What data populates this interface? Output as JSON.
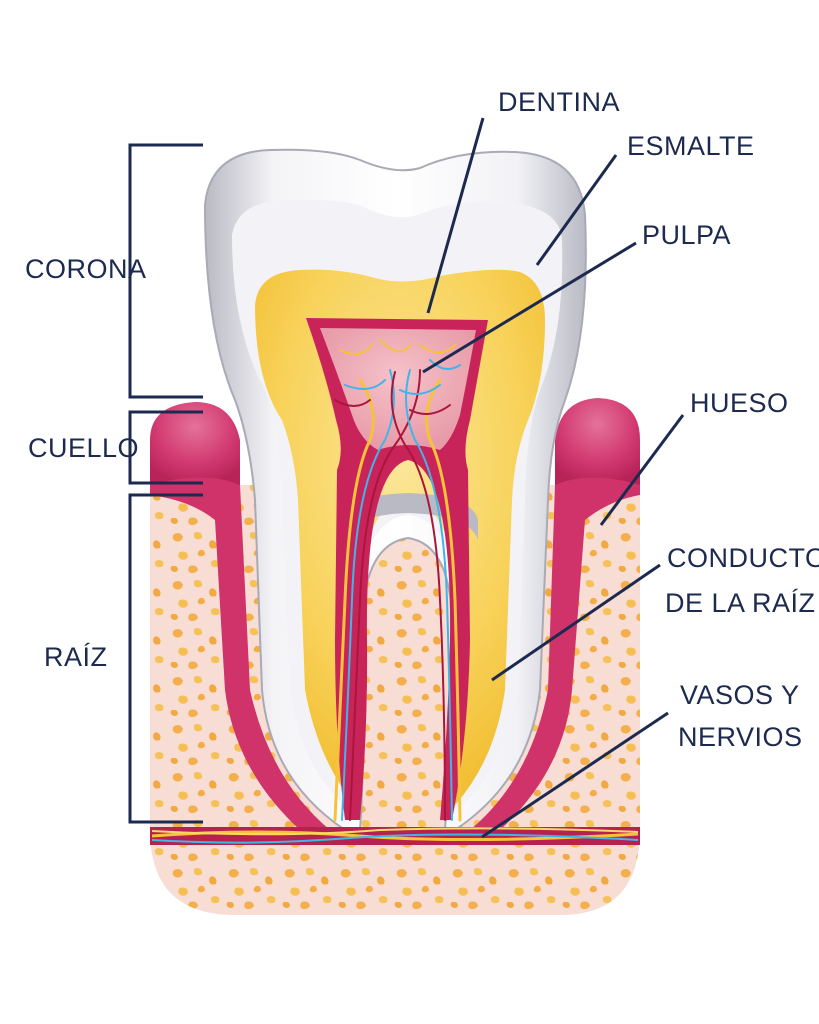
{
  "labels": {
    "dentina": "DENTINA",
    "esmalte": "ESMALTE",
    "pulpa": "PULPA",
    "hueso": "HUESO",
    "conducto_1": "CONDUCTO",
    "conducto_2": "DE LA RAÍZ",
    "vasos_1": "VASOS Y",
    "vasos_2": "NERVIOS",
    "corona": "CORONA",
    "cuello": "CUELLO",
    "raiz": "RAÍZ"
  },
  "colors": {
    "label_text": "#1d2a4f",
    "leader_line": "#1d2a4f",
    "enamel": "#e9e9ee",
    "dentin": "#f6c83c",
    "pulp": "#c8245a",
    "gum": "#d0326a",
    "bone": "#f7dbd3",
    "bone_pores": "#f2b24a",
    "nerve_yellow": "#f5c33b",
    "vessel_blue": "#3fb6e8",
    "vessel_red": "#a8163c"
  }
}
